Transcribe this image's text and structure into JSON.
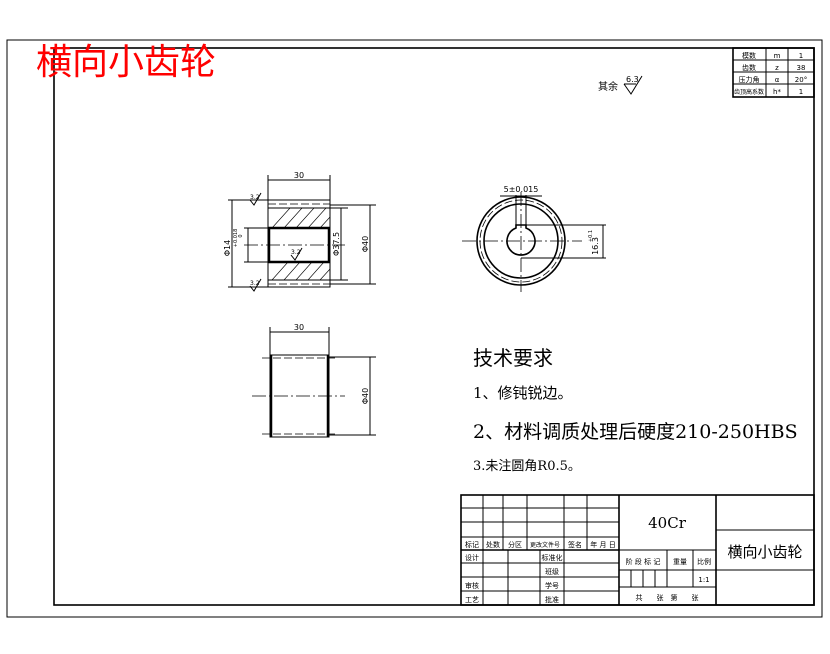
{
  "drawing_title": "横向小齿轮",
  "colors": {
    "title": "#ff0000",
    "lines": "#000000",
    "background": "#ffffff"
  },
  "parameter_table": [
    [
      "模数",
      "m",
      "1"
    ],
    [
      "齿数",
      "z",
      "38"
    ],
    [
      "压力角",
      "α",
      "20°"
    ],
    [
      "齿顶高系数",
      "h*",
      "1"
    ]
  ],
  "surface_finish_other": {
    "label": "其余",
    "value": "6.3"
  },
  "front_view": {
    "width_dim": "30",
    "outer_dia": "Φ40",
    "root_dia": "Φ37.5",
    "bore_dia": "Φ14",
    "bore_tol_upper": "+0.018",
    "bore_tol_lower": "0",
    "roughness": "3.2"
  },
  "end_view": {
    "keyway_width": "5±0.015",
    "keyway_depth": "16.3",
    "keyway_depth_tol": "+0.1"
  },
  "side_view": {
    "width_dim": "30",
    "dia": "Φ40"
  },
  "tech_requirements": {
    "title": "技术要求",
    "items": [
      "1、修钝锐边。",
      "2、材料调质处理后硬度210-250HBS",
      "3.未注圆角R0.5。"
    ]
  },
  "title_block": {
    "material": "40Cr",
    "part_name": "横向小齿轮",
    "rev_headers": [
      "标记",
      "处数",
      "分区",
      "更改文件号",
      "签名",
      "年 月 日"
    ],
    "design": "设计",
    "standardization": "标准化",
    "class": "班级",
    "student_no": "学号",
    "review": "审核",
    "process": "工艺",
    "approve": "批准",
    "stage_mark": "阶 段 标 记",
    "weight": "重量",
    "scale_label": "比例",
    "scale": "1:1",
    "sheets": "共　　张　第　　张"
  }
}
